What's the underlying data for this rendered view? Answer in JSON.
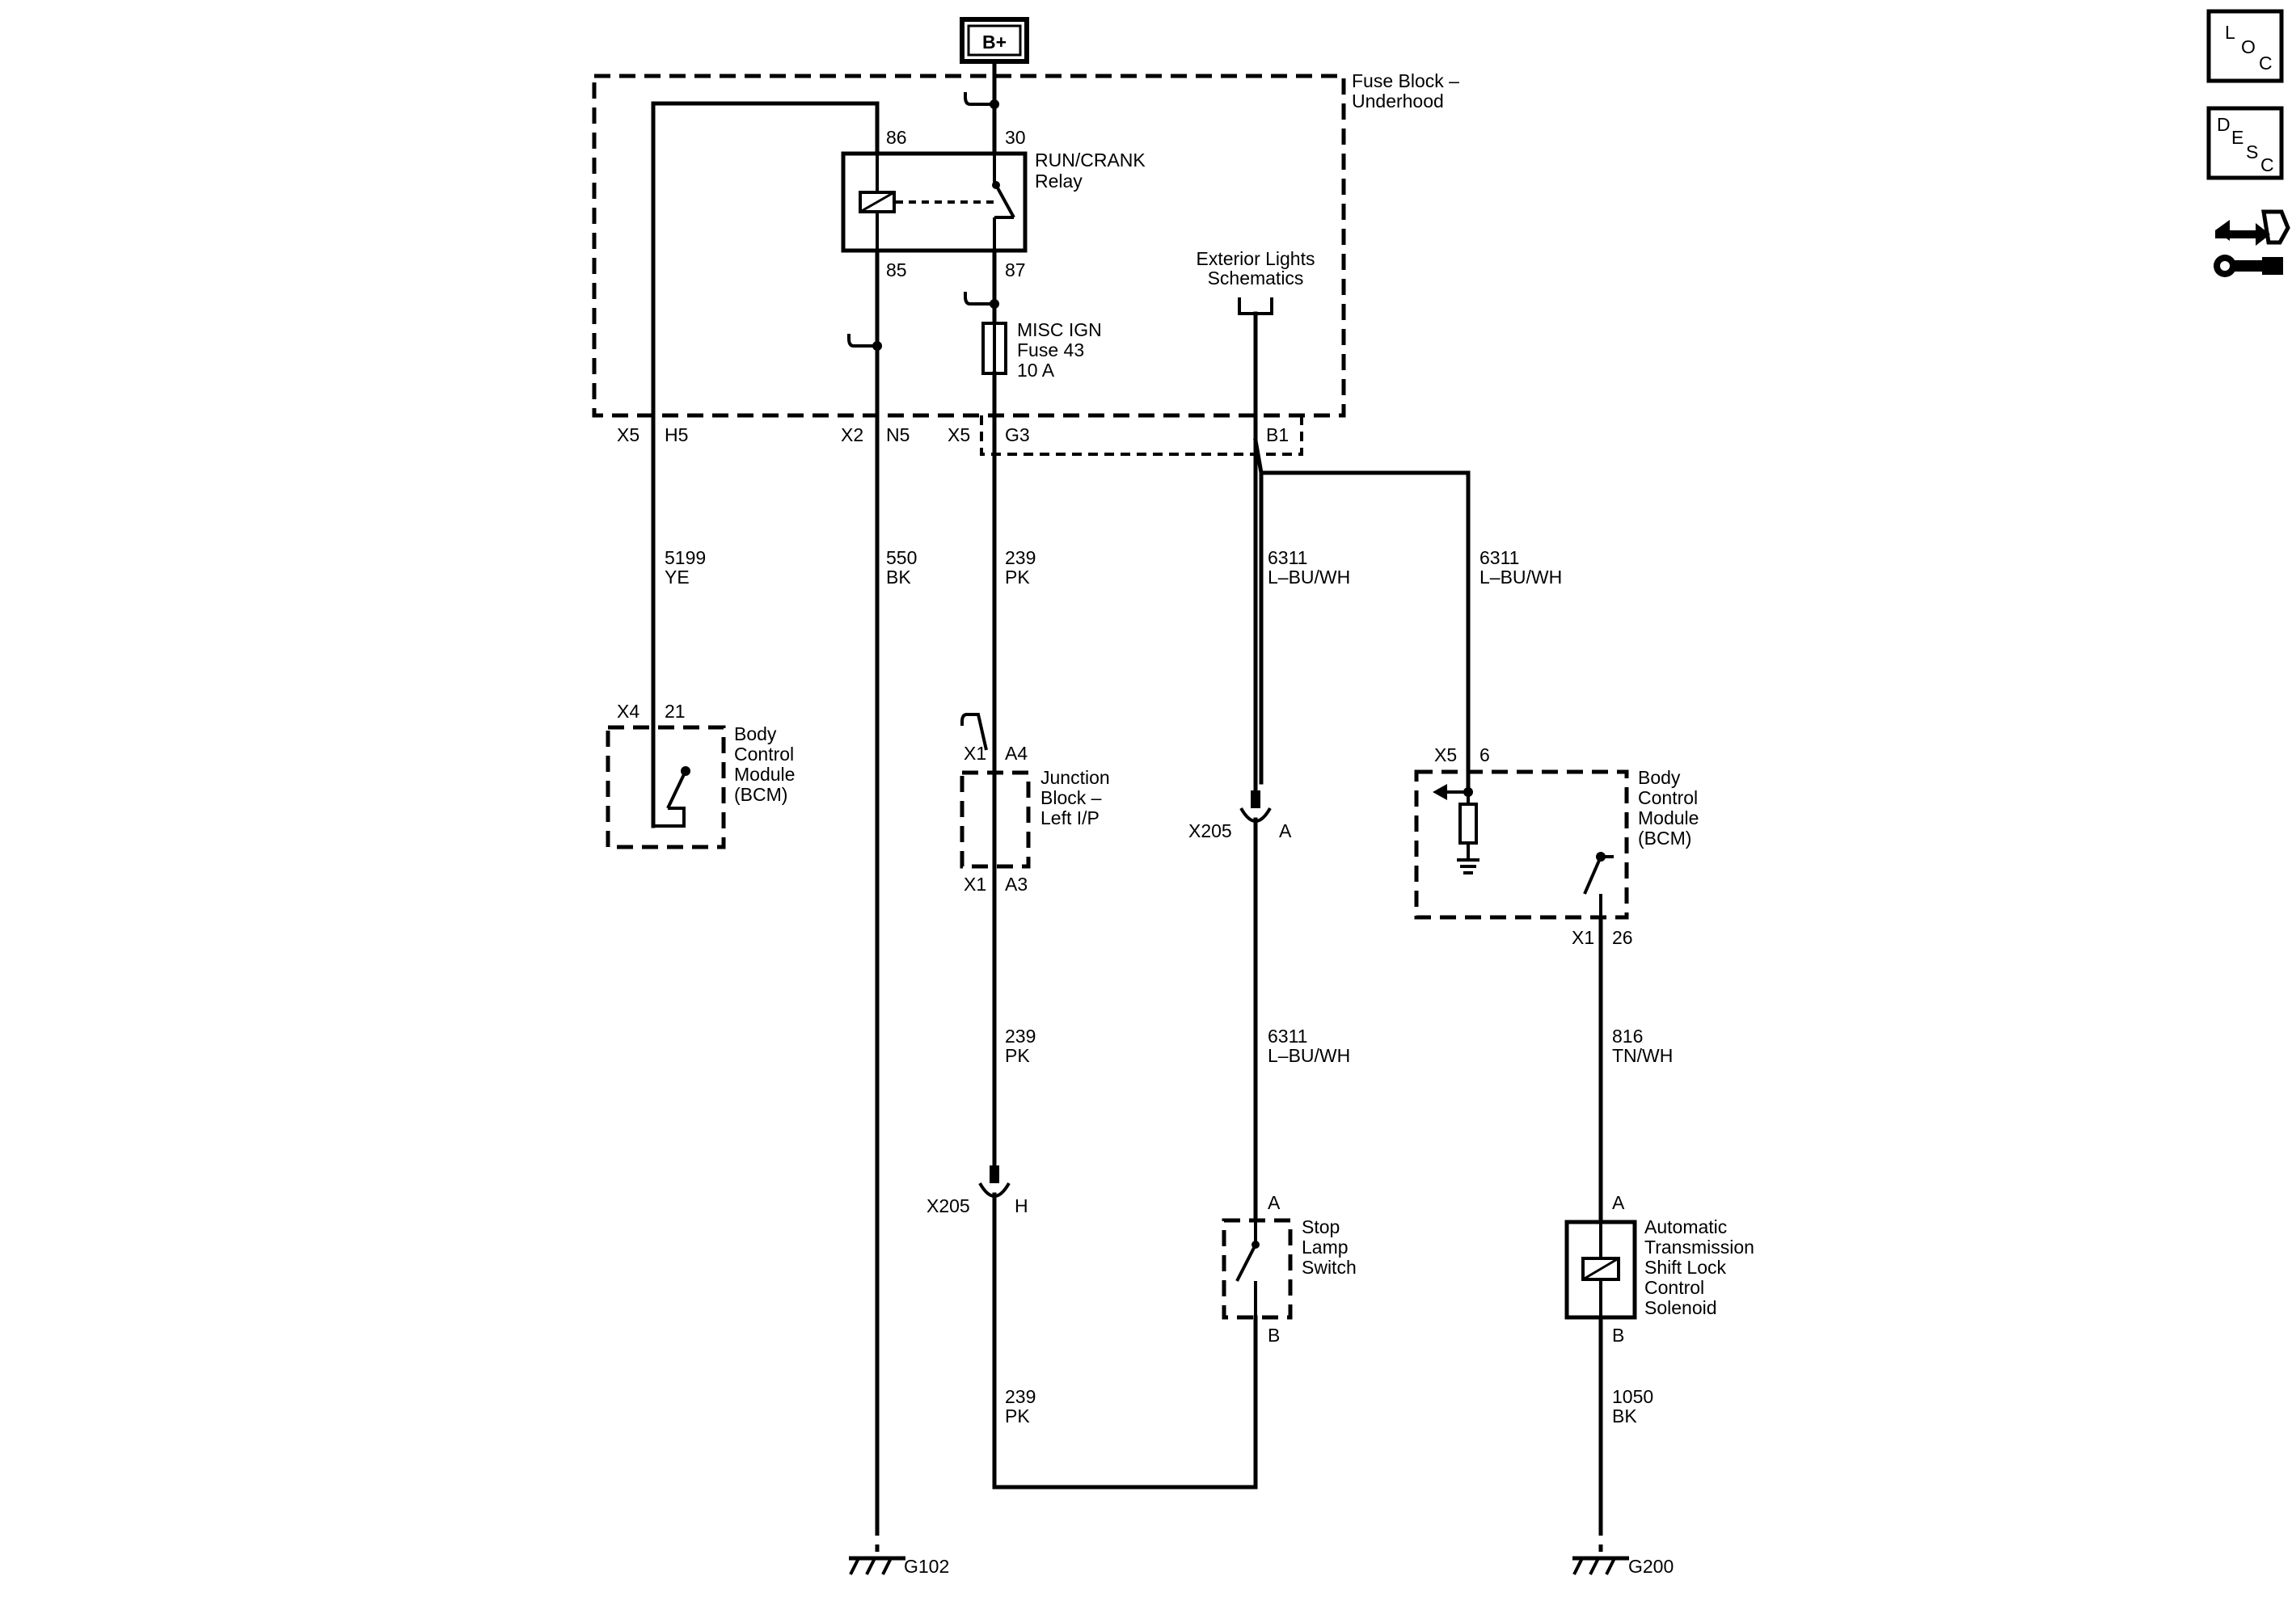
{
  "power": {
    "label": "B+"
  },
  "side_icons": {
    "loc": {
      "letters": [
        "L",
        "O",
        "C"
      ],
      "icon": "location-icon"
    },
    "desc": {
      "letters": [
        "D",
        "E",
        "S",
        "C"
      ],
      "icon": "description-icon"
    },
    "repair": {
      "icon": "repair-procedure-icon"
    }
  },
  "fuse_block": {
    "title": [
      "Fuse Block –",
      "Underhood"
    ],
    "relay_name": [
      "RUN/CRANK",
      "Relay"
    ],
    "relay_pins": {
      "p86": "86",
      "p30": "30",
      "p85": "85",
      "p87": "87"
    },
    "fuse": [
      "MISC IGN",
      "Fuse 43",
      "10 A"
    ],
    "connectors": [
      {
        "conn": "X5",
        "pin": "H5"
      },
      {
        "conn": "X2",
        "pin": "N5"
      },
      {
        "conn": "X5",
        "pin": "G3"
      },
      {
        "conn": "",
        "pin": "B1"
      }
    ]
  },
  "exterior_lights": [
    "Exterior Lights",
    "Schematics"
  ],
  "wires": {
    "w5199": [
      "5199",
      "YE"
    ],
    "w550": [
      "550",
      "BK"
    ],
    "w239_top": [
      "239",
      "PK"
    ],
    "w239_mid": [
      "239",
      "PK"
    ],
    "w239_bot": [
      "239",
      "PK"
    ],
    "w6311_left_top": [
      "6311",
      "L–BU/WH"
    ],
    "w6311_left_bot": [
      "6311",
      "L–BU/WH"
    ],
    "w6311_right": [
      "6311",
      "L–BU/WH"
    ],
    "w816": [
      "816",
      "TN/WH"
    ],
    "w1050": [
      "1050",
      "BK"
    ]
  },
  "bcm_left": {
    "name": [
      "Body",
      "Control",
      "Module",
      "(BCM)"
    ],
    "conn": "X4",
    "pin": "21"
  },
  "junction_block": {
    "name": [
      "Junction",
      "Block –",
      "Left I/P"
    ],
    "top": {
      "conn": "X1",
      "pin": "A4"
    },
    "bottom": {
      "conn": "X1",
      "pin": "A3"
    }
  },
  "inline_x205_a": {
    "conn": "X205",
    "pin": "A"
  },
  "inline_x205_h": {
    "conn": "X205",
    "pin": "H"
  },
  "bcm_right": {
    "name": [
      "Body",
      "Control",
      "Module",
      "(BCM)"
    ],
    "top": {
      "conn": "X5",
      "pin": "6"
    },
    "bottom": {
      "conn": "X1",
      "pin": "26"
    }
  },
  "stop_lamp": {
    "name": [
      "Stop",
      "Lamp",
      "Switch"
    ],
    "pin_a": "A",
    "pin_b": "B"
  },
  "solenoid": {
    "name": [
      "Automatic",
      "Transmission",
      "Shift Lock",
      "Control",
      "Solenoid"
    ],
    "pin_a": "A",
    "pin_b": "B"
  },
  "grounds": {
    "left": "G102",
    "right": "G200"
  }
}
